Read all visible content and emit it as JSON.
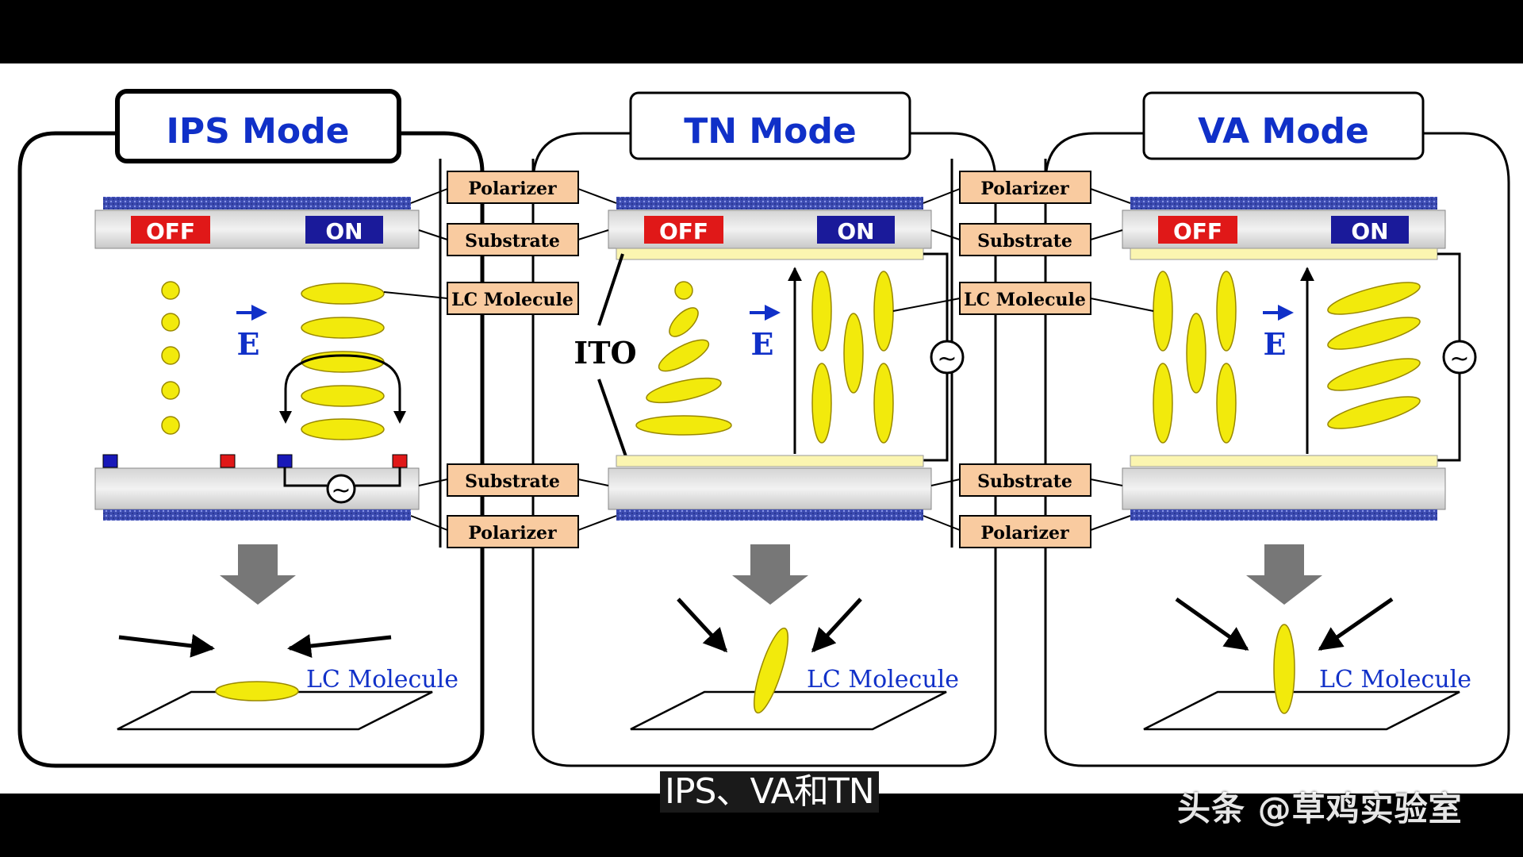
{
  "panels": [
    {
      "title": "IPS Mode",
      "off": "OFF",
      "on": "ON",
      "field": "E",
      "ac": "~",
      "caption": "LC Molecule"
    },
    {
      "title": "TN Mode",
      "off": "OFF",
      "on": "ON",
      "field": "E",
      "ac": "~",
      "caption": "LC Molecule",
      "ito": "ITO"
    },
    {
      "title": "VA Mode",
      "off": "OFF",
      "on": "ON",
      "field": "E",
      "ac": "~",
      "caption": "LC Molecule"
    }
  ],
  "labels": {
    "polarizer": "Polarizer",
    "substrate": "Substrate",
    "lc_molecule": "LC Molecule"
  },
  "subtitle": "IPS、VA和TN",
  "watermark": "头条 @草鸡实验室",
  "colors": {
    "title": "#1030c8",
    "off": "#e01818",
    "on": "#1a1a9a",
    "molecule": "#f2ea0c",
    "label_box": "#f9cba0",
    "polarizer": "#3b4ab0",
    "ito": "#fbf5b0",
    "arrow_gray": "#777777"
  }
}
